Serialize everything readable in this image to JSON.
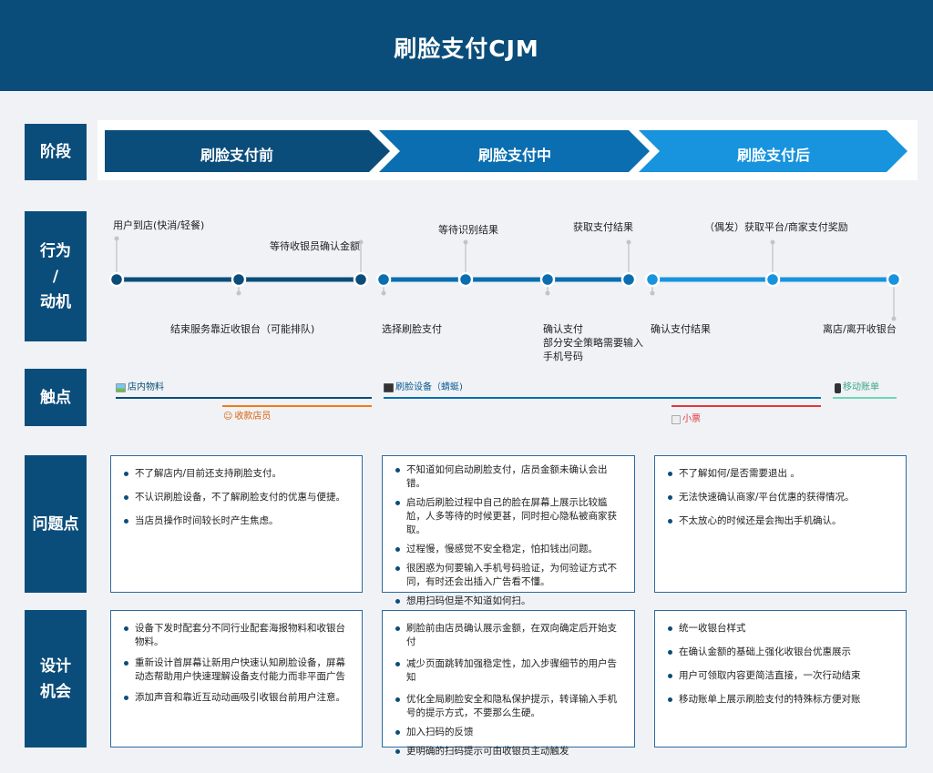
{
  "header": {
    "title": "刷脸支付CJM"
  },
  "rows": {
    "stage": "阶段",
    "behavior": "行为\n/\n动机",
    "touchpoint": "触点",
    "problem": "问题点",
    "opportunity": "设计\n机会"
  },
  "stages": [
    "刷脸支付前",
    "刷脸支付中",
    "刷脸支付后"
  ],
  "colors": {
    "dark": "#0b4d7a",
    "mid": "#0a6eb0",
    "light": "#1893de",
    "orange": "#f07a1a",
    "red": "#e0383e",
    "teal": "#6ed7b8"
  },
  "behavior": {
    "above": [
      "用户到店(快消/轻餐)",
      "等待收银员确认金额",
      "等待识别结果",
      "获取支付结果",
      "（偶发）获取平台/商家支付奖励"
    ],
    "below": [
      "结束服务靠近收银台（可能排队)",
      "选择刷脸支付",
      "确认支付",
      "部分安全策略需要输入",
      "手机号码",
      "确认支付结果",
      "离店/离开收银台"
    ]
  },
  "touchpoints": {
    "store_materials": "店内物料",
    "cashier": "收款店员",
    "device": "刷脸设备（蜻蜓)",
    "receipt": "小票",
    "mobile_bill": "移动账单"
  },
  "problems": {
    "before": [
      "不了解店内/目前还支持刷脸支付。",
      "不认识刷脸设备，不了解刷脸支付的优惠与便捷。",
      "当店员操作时间较长时产生焦虑。"
    ],
    "during": [
      "不知道如何启动刷脸支付，店员金额未确认会出错。",
      "启动后刷脸过程中自己的脸在屏幕上展示比较尴尬，人多等待的时候更甚，同时担心隐私被商家获取。",
      "过程慢，慢感觉不安全稳定，怕扣钱出问题。",
      "很困惑为何要输入手机号码验证，为何验证方式不同，有时还会出插入广告看不懂。",
      "想用扫码但是不知道如何扫。"
    ],
    "after": [
      "不了解如何/是否需要退出 。",
      "无法快速确认商家/平台优惠的获得情况。",
      "不太放心的时候还是会掏出手机确认。"
    ]
  },
  "opportunities": {
    "before": [
      "设备下发时配套分不同行业配套海报物料和收银台物料。",
      "重新设计首屏幕让新用户快速认知刷脸设备，屏幕动态帮助用户快速理解设备支付能力而非平面广告",
      "添加声音和靠近互动动画吸引收银台前用户注意。"
    ],
    "during": [
      "刷脸前由店员确认展示金额，在双向确定后开始支付",
      "减少页面跳转加强稳定性，加入步骤细节的用户告知",
      "优化全局刷脸安全和隐私保护提示，转译输入手机号的提示方式，不要那么生硬。",
      "加入扫码的反馈",
      "更明确的扫码提示可由收银员主动触发"
    ],
    "after": [
      "统一收银台样式",
      "在确认金额的基础上强化收银台优惠展示",
      "用户可领取内容更简洁直接，一次行动结束",
      "移动账单上展示刷脸支付的特殊标方便对账"
    ]
  }
}
